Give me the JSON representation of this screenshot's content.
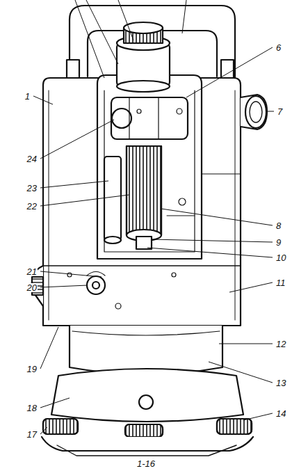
{
  "diagram": {
    "labels": [
      "1",
      "6",
      "7",
      "24",
      "23",
      "22",
      "8",
      "9",
      "10",
      "21",
      "20",
      "11",
      "19",
      "12",
      "18",
      "13",
      "17",
      "14",
      "1-16"
    ]
  }
}
